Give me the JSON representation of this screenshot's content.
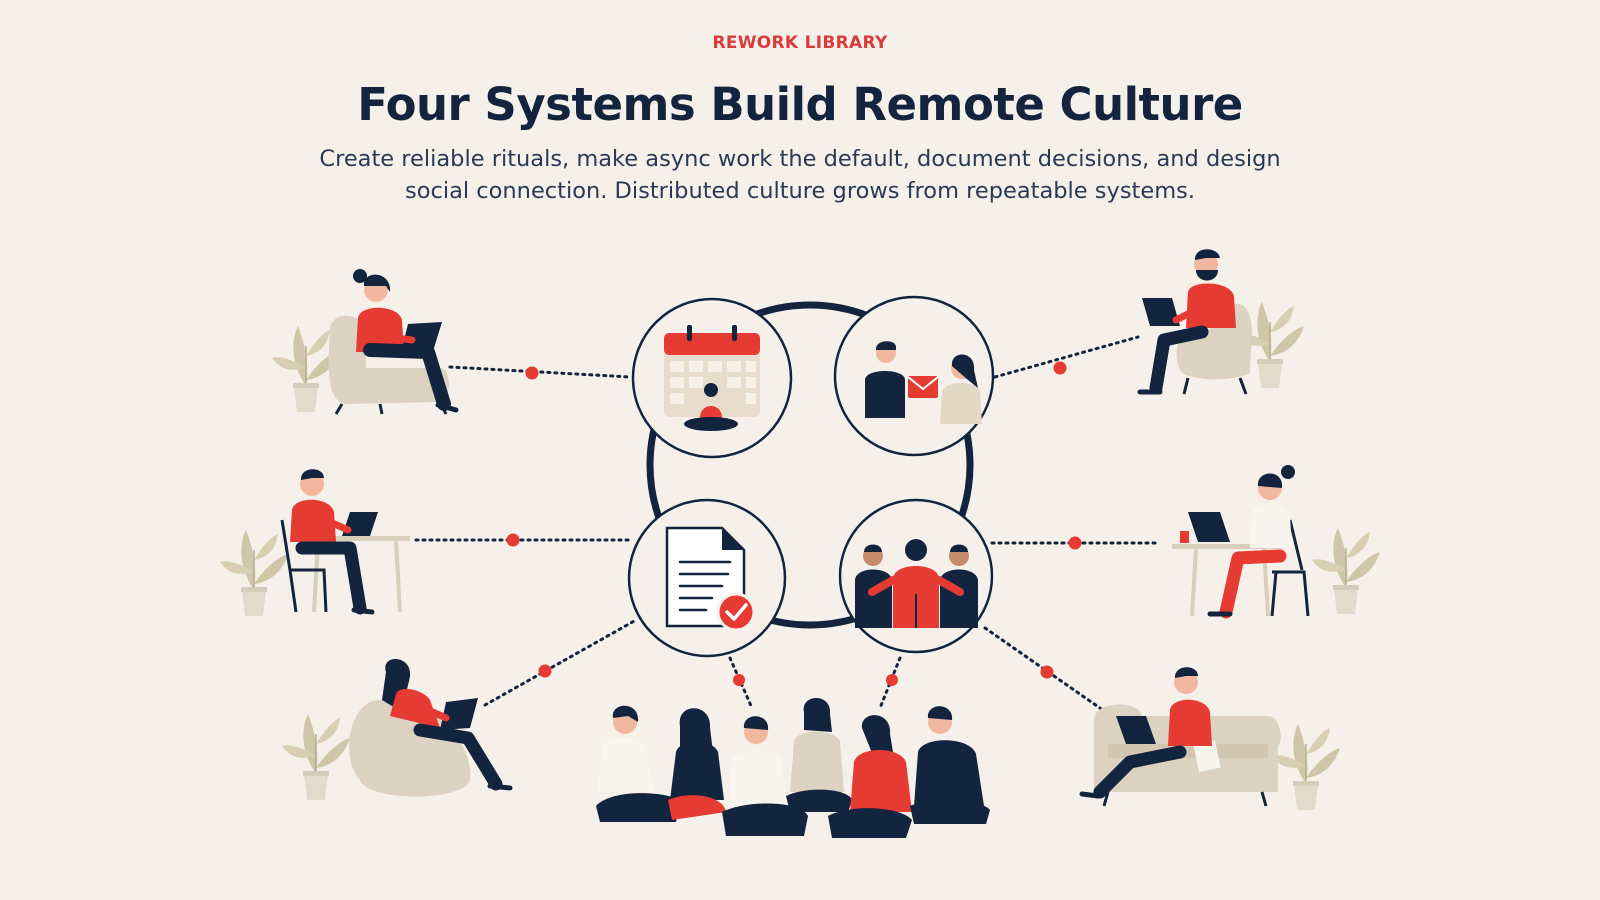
{
  "header": {
    "eyebrow": "REWORK LIBRARY",
    "title": "Four Systems Build Remote Culture",
    "subtitle": "Create reliable rituals, make async work the default, document decisions, and design social connection. Distributed culture grows from repeatable systems."
  },
  "colors": {
    "background": "#f5f1ea",
    "navy": "#13243f",
    "red": "#e63b33",
    "beige": "#dcd2c1",
    "plant": "#cfc6a8"
  },
  "icons": {
    "rituals": "calendar-meditation-icon",
    "async": "envelope-handoff-icon",
    "documentation": "document-check-icon",
    "connection": "group-hug-icon"
  }
}
